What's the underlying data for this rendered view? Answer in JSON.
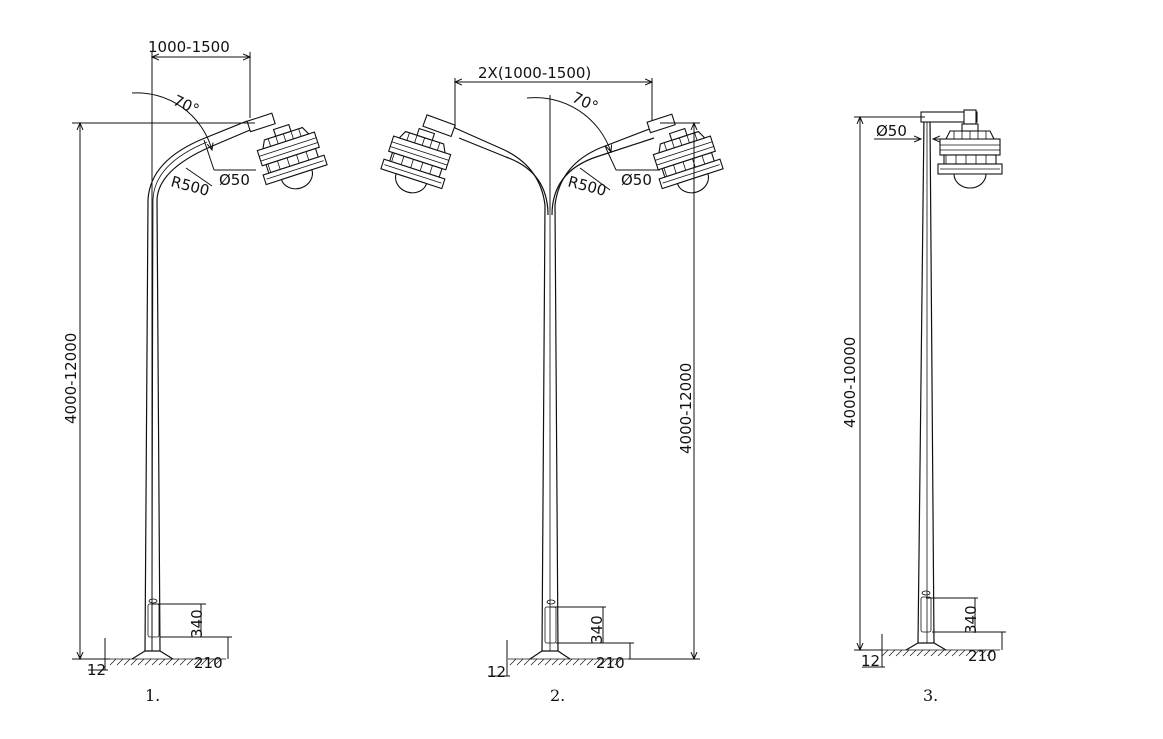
{
  "drawings": [
    {
      "caption": "1.",
      "arm_reach": "1000-1500",
      "angle": "70°",
      "bend_radius": "R500",
      "diameter": "Ø50",
      "height": "4000-12000",
      "door_height": "340",
      "base_height": "210",
      "base_plate": "12"
    },
    {
      "caption": "2.",
      "arm_reach": "2X(1000-1500)",
      "angle": "70°",
      "bend_radius": "R500",
      "diameter": "Ø50",
      "height": "4000-12000",
      "door_height": "340",
      "base_height": "210",
      "base_plate": "12"
    },
    {
      "caption": "3.",
      "diameter": "Ø50",
      "height": "4000-10000",
      "door_height": "340",
      "base_height": "210",
      "base_plate": "12"
    }
  ]
}
